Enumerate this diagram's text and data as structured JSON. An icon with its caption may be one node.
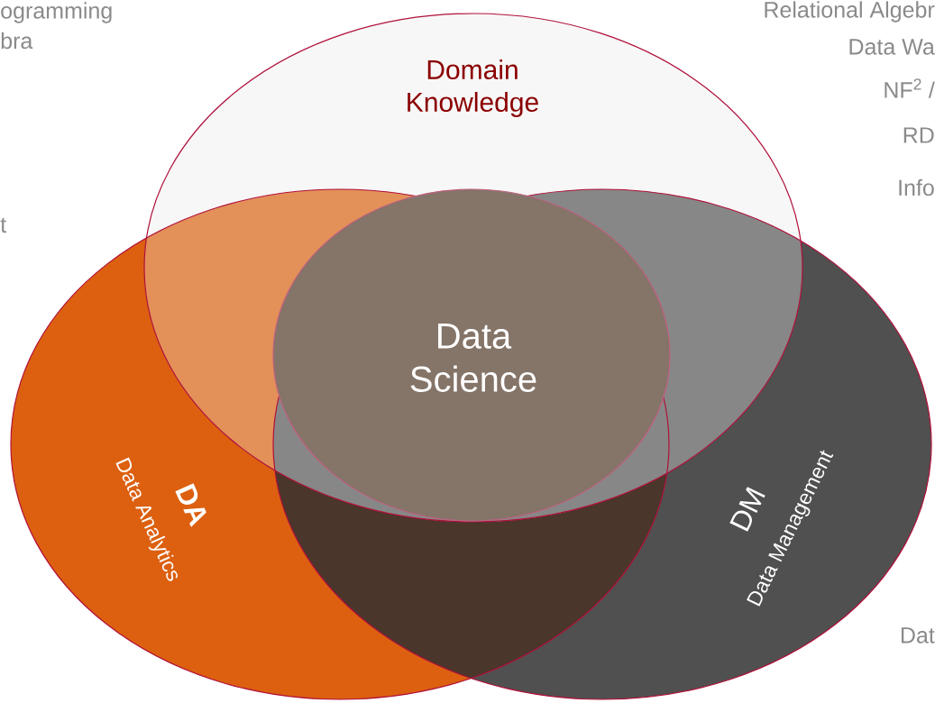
{
  "diagram": {
    "nodes": [
      {
        "text": [
          "Domain Knowledge"
        ]
      },
      {
        "text": [
          "DA",
          "Data Analytics"
        ]
      },
      {
        "text": [
          "DM",
          "Data Management"
        ]
      },
      {
        "text": [
          "Data Science"
        ]
      }
    ],
    "edges": [],
    "labels": [
      "ogramming",
      "bra",
      "t",
      "Relational Algebr",
      "Data Wa",
      "NF$^{2}$ /",
      "RD",
      "Info",
      "Dat"
    ]
  }
}
